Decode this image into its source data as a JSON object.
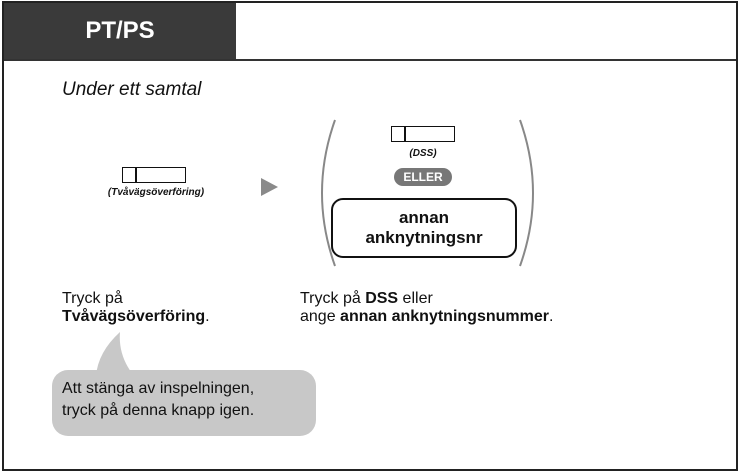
{
  "header": {
    "tab_label": "PT/PS"
  },
  "situation": "Under ett samtal",
  "step1": {
    "key_caption": "(Tvåvägsöverföring)",
    "instruction_line1": "Tryck på",
    "instruction_bold": "Tvåvägsöverföring",
    "instruction_period": "."
  },
  "step2": {
    "dss_caption": "(DSS)",
    "or_label": "ELLER",
    "extension_box_line1": "annan",
    "extension_box_line2": "anknytningsnr",
    "instruction_line1_pre": "Tryck på ",
    "instruction_line1_bold": "DSS",
    "instruction_line1_post": " eller",
    "instruction_line2_pre": "ange ",
    "instruction_line2_bold": "annan anknytningsnummer",
    "instruction_line2_post": "."
  },
  "note": {
    "line1": "Att stänga av inspelningen,",
    "line2": "tryck på denna knapp igen."
  },
  "colors": {
    "tab_bg": "#3a3a3a",
    "arrow": "#8a8a8a",
    "eller_badge": "#777777",
    "bubble": "#c8c8c8"
  }
}
